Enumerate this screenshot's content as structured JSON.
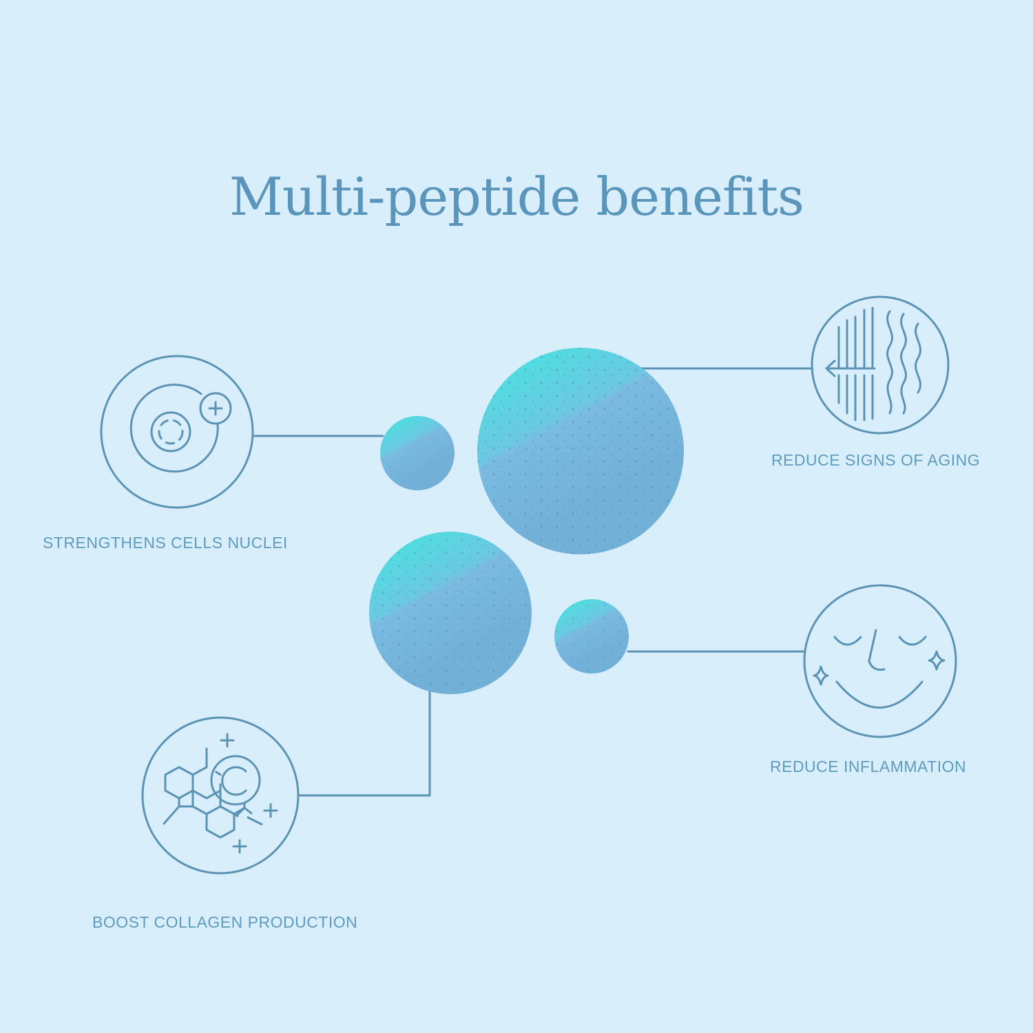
{
  "title": "Multi-peptide benefits",
  "benefits": [
    {
      "label": "STRENGTHENS CELLS NUCLEI",
      "icon": "cell-nucleus-icon"
    },
    {
      "label": "REDUCE SIGNS OF AGING",
      "icon": "wrinkle-smoothing-icon"
    },
    {
      "label": "REDUCE INFLAMMATION",
      "icon": "calm-face-icon"
    },
    {
      "label": "BOOST COLLAGEN PRODUCTION",
      "icon": "collagen-molecule-icon"
    }
  ],
  "colors": {
    "background": "#d9eefb",
    "line": "#5b93b4",
    "text": "#5f9bbd",
    "bubble_top": "#4fd9df",
    "bubble_bottom": "#79b9df"
  }
}
